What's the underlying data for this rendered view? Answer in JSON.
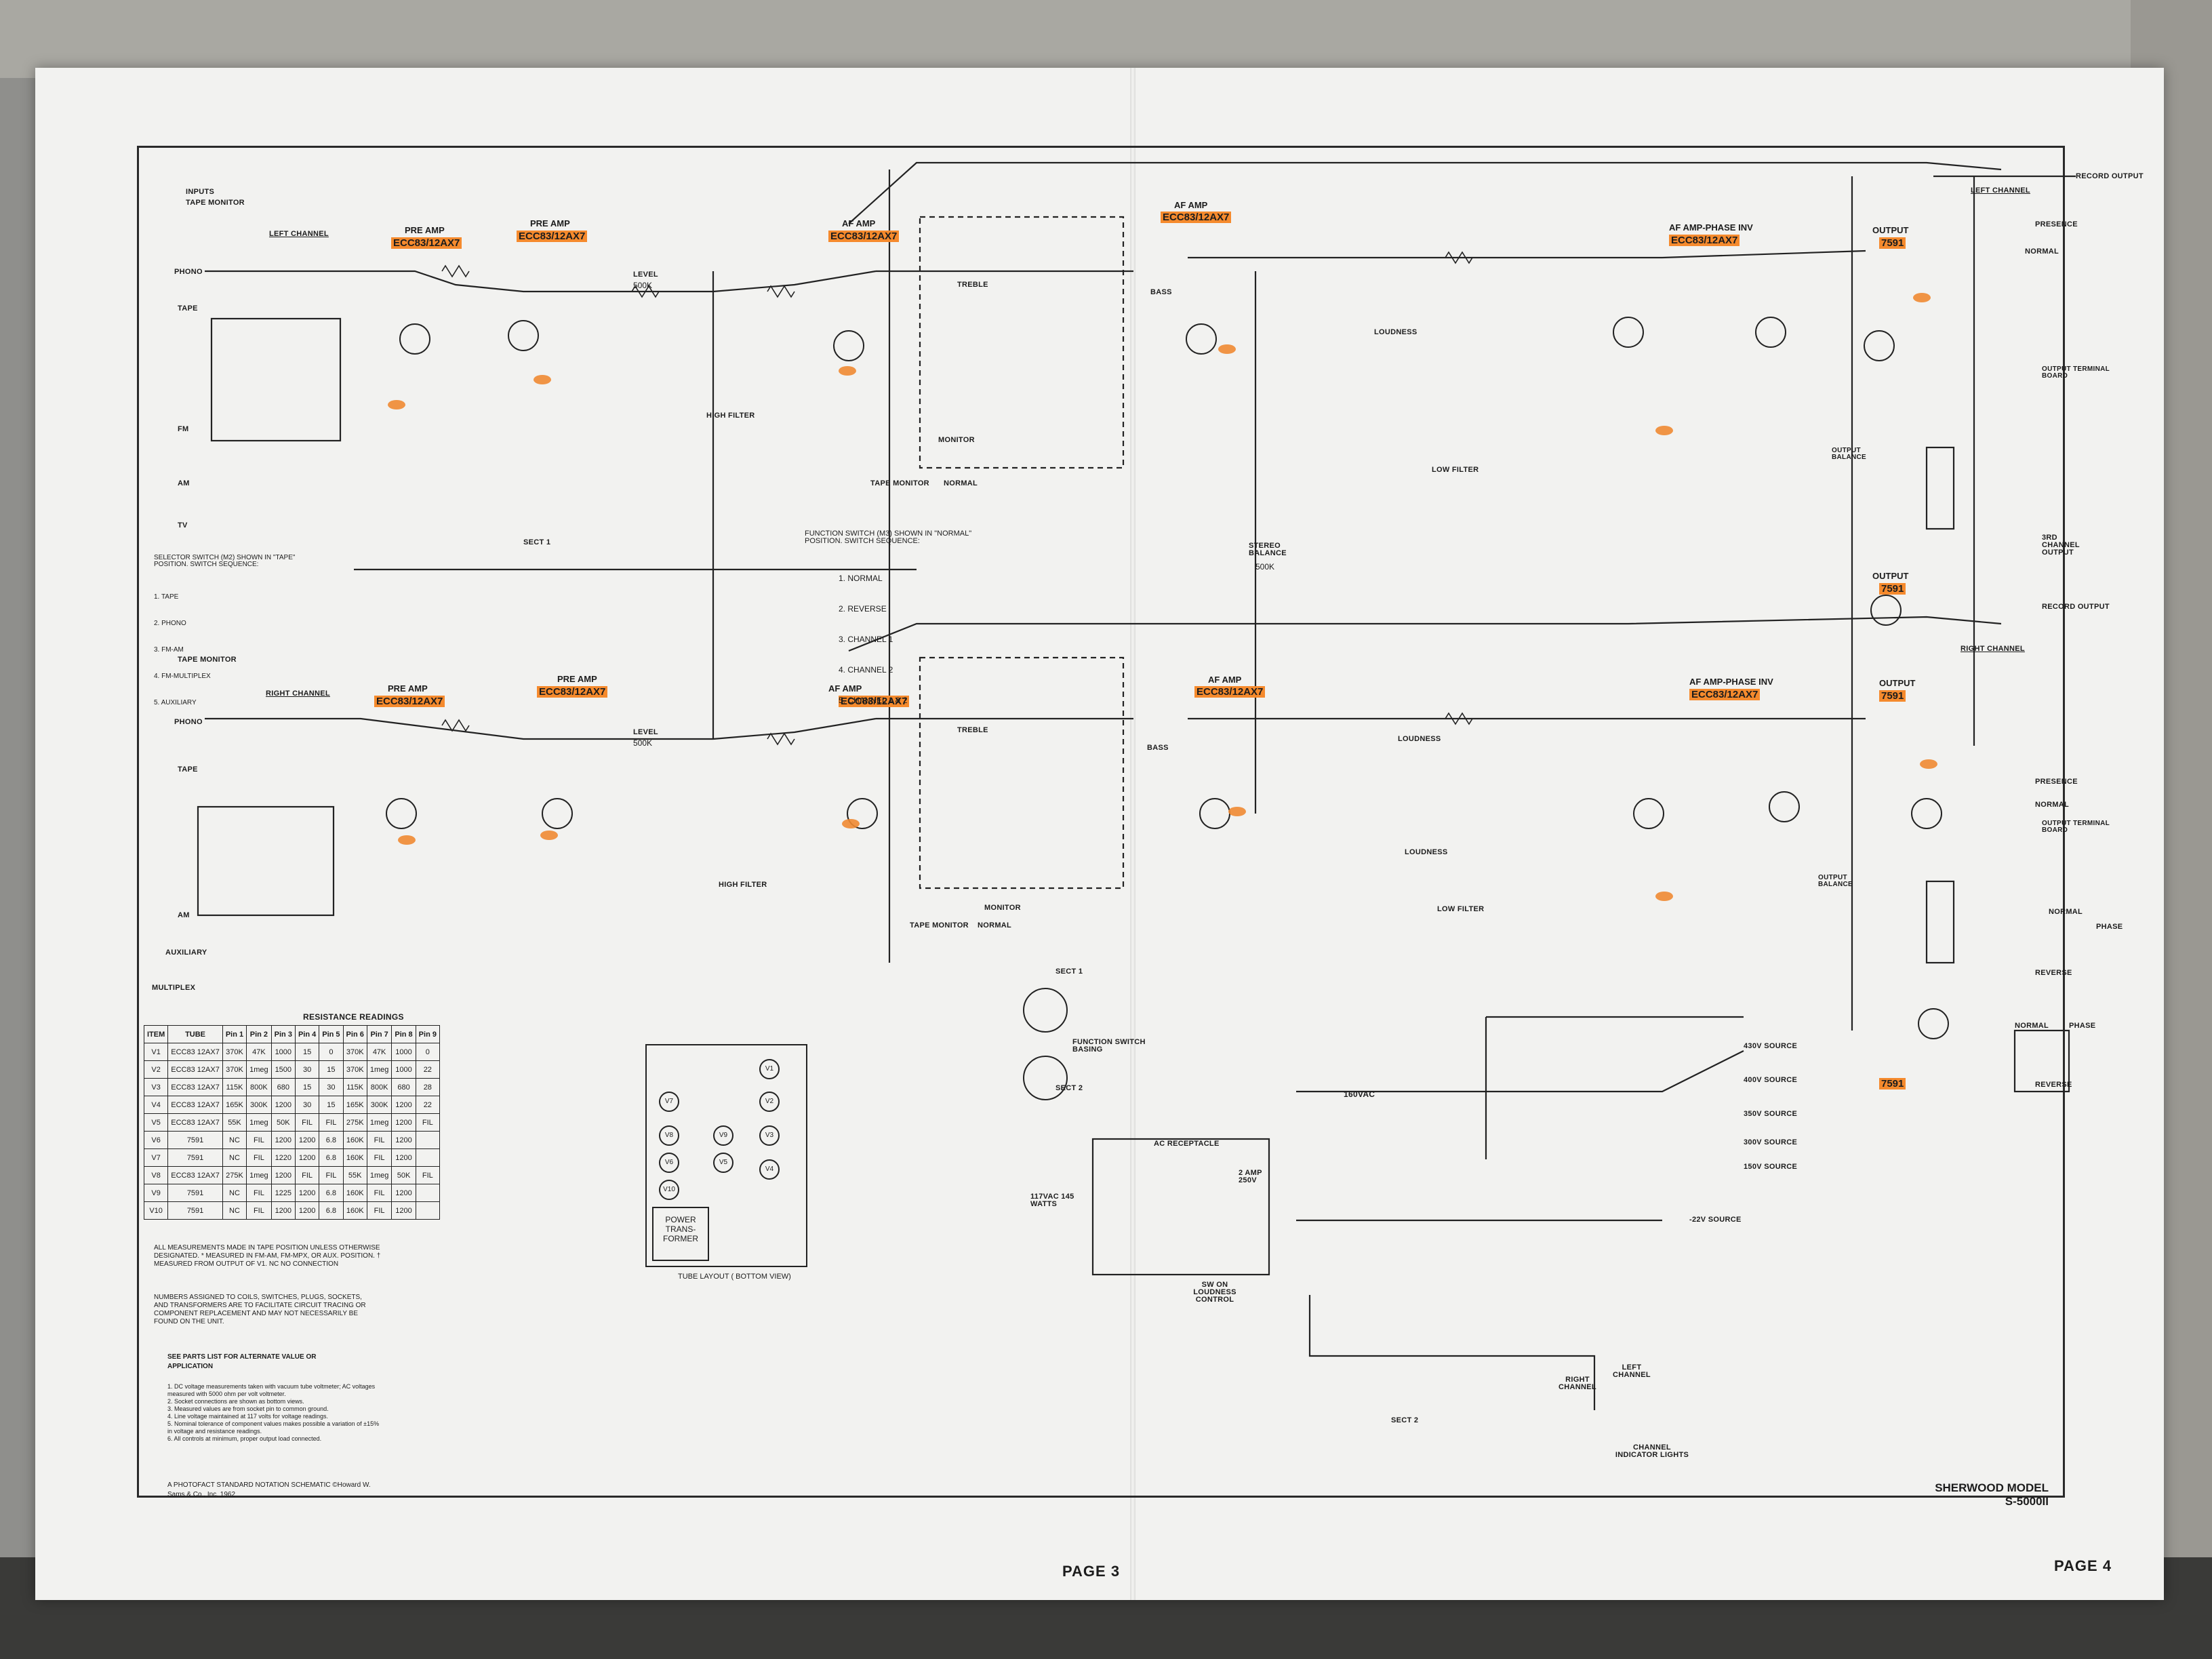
{
  "pages": {
    "left": "PAGE 3",
    "right": "PAGE 4"
  },
  "model": {
    "line1": "SHERWOOD MODEL",
    "line2": "S-5000II"
  },
  "inputs": {
    "header": "INPUTS",
    "tape_monitor": "TAPE MONITOR",
    "phono": "PHONO",
    "tape": "TAPE",
    "fm": "FM",
    "am": "AM",
    "tv": "TV",
    "auxiliary": "AUXILIARY",
    "multiplex": "MULTIPLEX"
  },
  "channels": {
    "left": "LEFT CHANNEL",
    "right": "RIGHT CHANNEL"
  },
  "stages": {
    "preamp": "PRE AMP",
    "af_amp": "AF AMP",
    "af_amp_phase_inv": "AF AMP-PHASE INV",
    "output": "OUTPUT",
    "tube_12ax7": "ECC83/12AX7",
    "tube_7591": "7591"
  },
  "controls": {
    "level": "LEVEL",
    "level_value": "500K",
    "treble": "TREBLE",
    "bass": "BASS",
    "loudness": "LOUDNESS",
    "stereo_balance": "STEREO BALANCE",
    "stereo_balance_value": "500K",
    "output_balance": "OUTPUT BALANCE",
    "presence": "PRESENCE",
    "high_filter": "HIGH FILTER",
    "low_filter": "LOW FILTER",
    "monitor": "MONITOR",
    "tape_monitor": "TAPE MONITOR",
    "normal": "NORMAL",
    "reverse": "REVERSE",
    "phase": "PHASE",
    "record_output": "RECORD OUTPUT",
    "third_channel_output": "3RD CHANNEL OUTPUT",
    "output_terminal_board": "OUTPUT TERMINAL BOARD",
    "function_switch_basing": "FUNCTION SWITCH BASING",
    "sect1": "SECT 1",
    "sect2": "SECT 2"
  },
  "selector_note": "SELECTOR SWITCH (M2) SHOWN IN \"TAPE\" POSITION. SWITCH SEQUENCE:",
  "selector_list": [
    "1. TAPE",
    "2. PHONO",
    "3. FM-AM",
    "4. FM-MULTIPLEX",
    "5. AUXILIARY"
  ],
  "function_note": "FUNCTION SWITCH (M3) SHOWN IN \"NORMAL\" POSITION. SWITCH SEQUENCE:",
  "function_list": [
    "1. NORMAL",
    "2. REVERSE",
    "3. CHANNEL 1",
    "4. CHANNEL 2",
    "5. CHANNEL 1 & 2"
  ],
  "resistance": {
    "title": "RESISTANCE READINGS",
    "headers": [
      "ITEM",
      "TUBE",
      "Pin 1",
      "Pin 2",
      "Pin 3",
      "Pin 4",
      "Pin 5",
      "Pin 6",
      "Pin 7",
      "Pin 8",
      "Pin 9"
    ],
    "rows": [
      [
        "V1",
        "ECC83 12AX7",
        "370K",
        "47K",
        "1000",
        "15",
        "0",
        "370K",
        "47K",
        "1000",
        "0"
      ],
      [
        "V2",
        "ECC83 12AX7",
        "370K",
        "1meg",
        "1500",
        "30",
        "15",
        "370K",
        "1meg",
        "1000",
        "22"
      ],
      [
        "V3",
        "ECC83 12AX7",
        "115K",
        "800K",
        "680",
        "15",
        "30",
        "115K",
        "800K",
        "680",
        "28"
      ],
      [
        "V4",
        "ECC83 12AX7",
        "165K",
        "300K",
        "1200",
        "30",
        "15",
        "165K",
        "300K",
        "1200",
        "22"
      ],
      [
        "V5",
        "ECC83 12AX7",
        "55K",
        "1meg",
        "50K",
        "FIL",
        "FIL",
        "275K",
        "1meg",
        "1200",
        "FIL"
      ],
      [
        "V6",
        "7591",
        "NC",
        "FIL",
        "1200",
        "1200",
        "6.8",
        "160K",
        "FIL",
        "1200",
        ""
      ],
      [
        "V7",
        "7591",
        "NC",
        "FIL",
        "1220",
        "1200",
        "6.8",
        "160K",
        "FIL",
        "1200",
        ""
      ],
      [
        "V8",
        "ECC83 12AX7",
        "275K",
        "1meg",
        "1200",
        "FIL",
        "FIL",
        "55K",
        "1meg",
        "50K",
        "FIL"
      ],
      [
        "V9",
        "7591",
        "NC",
        "FIL",
        "1225",
        "1200",
        "6.8",
        "160K",
        "FIL",
        "1200",
        ""
      ],
      [
        "V10",
        "7591",
        "NC",
        "FIL",
        "1200",
        "1200",
        "6.8",
        "160K",
        "FIL",
        "1200",
        ""
      ]
    ]
  },
  "table_notes": "ALL MEASUREMENTS MADE IN TAPE POSITION UNLESS OTHERWISE DESIGNATED. * MEASURED IN FM-AM, FM-MPX, OR AUX. POSITION. † MEASURED FROM OUTPUT OF V1. NC NO CONNECTION",
  "numbering_note": "NUMBERS ASSIGNED TO COILS, SWITCHES, PLUGS, SOCKETS, AND TRANSFORMERS ARE TO FACILITATE CIRCUIT TRACING OR COMPONENT REPLACEMENT AND MAY NOT NECESSARILY BE FOUND ON THE UNIT.",
  "parts_note": "SEE PARTS LIST FOR ALTERNATE VALUE OR APPLICATION",
  "general_notes": [
    "1. DC voltage measurements taken with vacuum tube voltmeter; AC voltages measured with 5000 ohm per volt voltmeter.",
    "2. Socket connections are shown as bottom views.",
    "3. Measured values are from socket pin to common ground.",
    "4. Line voltage maintained at 117 volts for voltage readings.",
    "5. Nominal tolerance of component values makes possible a variation of ±15% in voltage and resistance readings.",
    "6. All controls at minimum, proper output load connected."
  ],
  "credit": "A PHOTOFACT STANDARD NOTATION SCHEMATIC ©Howard W. Sams & Co., Inc. 1962",
  "tube_layout": {
    "caption": "TUBE LAYOUT ( BOTTOM VIEW)",
    "power_transformer": "POWER TRANS-FORMER",
    "sockets": [
      "V1",
      "V2",
      "V3",
      "V4",
      "V5",
      "V6",
      "V7",
      "V8",
      "V9",
      "V10"
    ]
  },
  "power": {
    "ac_in": "117VAC 145 WATTS",
    "ac_receptacle": "AC RECEPTACLE",
    "fuse": "2 AMP 250V",
    "switch": "SW ON LOUDNESS CONTROL",
    "v160": "160VAC",
    "sources": [
      "430V SOURCE",
      "400V SOURCE",
      "350V SOURCE",
      "300V SOURCE",
      "150V SOURCE",
      "-22V SOURCE"
    ],
    "channel_indicator": "CHANNEL INDICATOR LIGHTS",
    "right_channel": "RIGHT CHANNEL",
    "left_channel": "LEFT CHANNEL"
  },
  "highlight_color": "#f58a2d"
}
